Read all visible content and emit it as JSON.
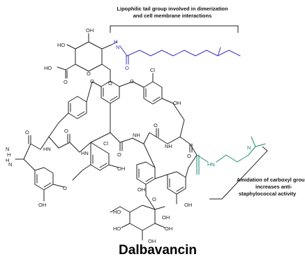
{
  "annotations": {
    "lipophilic_line1": "Lipophilic tail group involved in dimerization",
    "lipophilic_line2": "and cell membrane interactions",
    "amidation_line1": "Amidation of carboxyl grou",
    "amidation_line2": "increases anti-",
    "amidation_line3": "staphylococcal activity"
  },
  "title": "Dalbavancin",
  "atoms": {
    "HO_1": "HO",
    "OH_1": "OH",
    "H_1": "H",
    "N_1": "N",
    "HO_2": "HO",
    "O_1": "O",
    "O_2": "O",
    "O_3": "O",
    "O_4": "O",
    "O_5": "O",
    "O_6": "O",
    "Cl_1": "Cl",
    "OH_2": "OH",
    "O_7": "O",
    "O_8": "O",
    "H_2": "H",
    "N_2": "N",
    "HN_1": "HN",
    "HN_2": "HN",
    "NH_1": "NH",
    "NH_2": "NH",
    "N_3": "N",
    "H_3": "H",
    "Cl_2": "Cl",
    "OH_3": "OH",
    "O_9": "O",
    "O_10": "O",
    "O_11": "O",
    "O_12": "O",
    "HN_3": "HN",
    "N_4": "N",
    "OH_4": "OH",
    "OH_5": "OH",
    "OH_6": "OH",
    "OH_7": "OH",
    "HO_3": "HO",
    "HO_4": "HO",
    "O_13": "O",
    "OH_8": "OH",
    "OH_9": "OH"
  },
  "colors": {
    "tail": "#3a37b8",
    "amide": "#1e8a74",
    "ink": "#222222"
  }
}
